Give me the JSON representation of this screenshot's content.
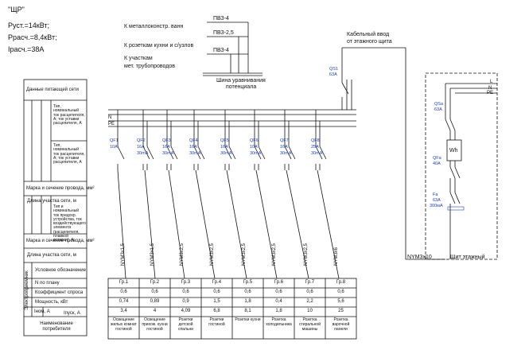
{
  "header": {
    "title": "\"ЩР\"",
    "p_ust": "Руст.=14кВт;",
    "p_rasch": "Ррасч.=8,4кВт;",
    "i_rasch": "Iрасч.=38А"
  },
  "left_table": {
    "row1": "Данные питающей сети",
    "row1_sub1": "Тип, номинальный ток расцепителя, А; ток уставки расцепителя, А",
    "row1_sub2": "Тип, номинальный ток расцепителя, А; ток уставки расцепителя, А",
    "row2": "Марка и сечение провода, мм²",
    "row3": "Длина участка сети, м",
    "row3_sub": "Тип и номинальный ток предохр. устройства, ток воздействующего элемента (расцепителя, плавкой вставки), А",
    "row4": "Марка и сечение провода, мм²",
    "row5": "Длина участка сети, м",
    "row6": "Условное обозначение",
    "row7": "N по плану",
    "row8": "Коэффициент спроса",
    "row9": "Мощность, кВт",
    "row10a": "Iном, А",
    "row10b": "Iпуск, А",
    "row11": "Наименование потребителя",
    "side_label": "Электроприемник"
  },
  "potential_bus": {
    "line1": "К металлоконстр. ванн",
    "line2": "К розеткам кухни и с/узлов",
    "line3a": "К участкам",
    "line3b": "мет. трубопроводов",
    "cable1": "ПВЗ-4",
    "cable2": "ПВЗ-2,5",
    "cable3": "ПВЗ-4",
    "bus_label1": "Шина уравнивания",
    "bus_label2": "потенциала"
  },
  "bus": {
    "n": "N",
    "pe": "PE"
  },
  "main_breaker": {
    "name": "QS1",
    "rating": "63A"
  },
  "cable_entry": {
    "line1": "Кабельный ввод",
    "line2": "от этажного щита"
  },
  "floor_panel": {
    "label": "Щит этажный",
    "cable": "NYM3x10",
    "n": "N",
    "pe": "PE",
    "qs": {
      "name": "QSa",
      "rating": "63A"
    },
    "meter": "Wh",
    "qf": {
      "name": "QFa",
      "rating": "40A"
    },
    "rcd": {
      "name": "Fa",
      "rating": "63A",
      "leak": "300мА"
    }
  },
  "breakers": [
    {
      "name": "QF1",
      "rating": "10A",
      "leak": ""
    },
    {
      "name": "QF2",
      "rating": "16A",
      "leak": "30mA"
    },
    {
      "name": "QF3",
      "rating": "16A",
      "leak": "30mA"
    },
    {
      "name": "QF4",
      "rating": "16A",
      "leak": "30mA"
    },
    {
      "name": "QF5",
      "rating": "16A",
      "leak": "30mA"
    },
    {
      "name": "QF6",
      "rating": "10A",
      "leak": "30mA"
    },
    {
      "name": "QF7",
      "rating": "16A",
      "leak": "30mA"
    },
    {
      "name": "QF8",
      "rating": "25A",
      "leak": "30mA"
    }
  ],
  "groups": [
    {
      "cable": "NYM3x1,5",
      "n": "Гр.1",
      "k": "0,6",
      "p": "0,74",
      "i": "3,4",
      "name": "Освещение жилых комнат гостиной"
    },
    {
      "cable": "NYM3x1,5",
      "n": "Гр.2",
      "k": "0,6",
      "p": "0,89",
      "i": "4",
      "name": "Освещение прихож. кухни гостиной"
    },
    {
      "cable": "NYM3x2,5",
      "n": "Гр.3",
      "k": "0,6",
      "p": "0,9",
      "i": "4,09",
      "name": "Розетки детской спальни"
    },
    {
      "cable": "NYM3x2,5",
      "n": "Гр.4",
      "k": "0,6",
      "p": "1,5",
      "i": "6,8",
      "name": "Розетки гостиной"
    },
    {
      "cable": "NYM3x2,5",
      "n": "Гр.5",
      "k": "0,6",
      "p": "1,8",
      "i": "8,1",
      "name": "Розетки кухни"
    },
    {
      "cable": "NYM3x2,5",
      "n": "Гр.6",
      "k": "0,6",
      "p": "0,4",
      "i": "1,8",
      "name": "Розетка холодильника"
    },
    {
      "cable": "NYM3x2,5",
      "n": "Гр.7",
      "k": "0,6",
      "p": "2,2",
      "i": "10",
      "name": "Розетка стиральной машины"
    },
    {
      "cable": "NYM3x6",
      "n": "Гр.8",
      "k": "0,6",
      "p": "5,6",
      "i": "25",
      "name": "Розетка варочной панели"
    }
  ]
}
